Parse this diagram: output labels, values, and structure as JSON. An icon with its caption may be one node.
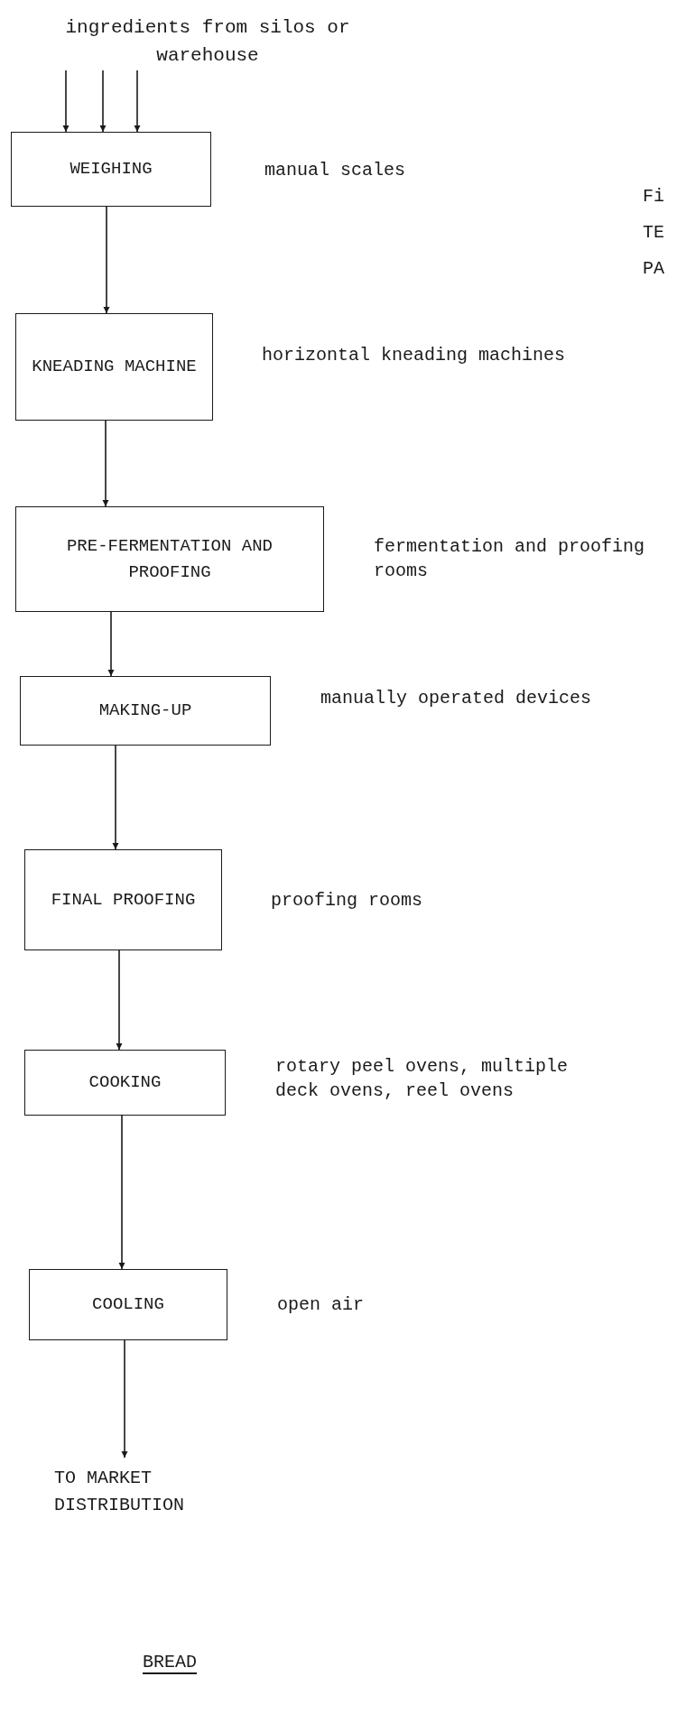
{
  "diagram": {
    "nodes": [
      {
        "text": [
          "ingredients from silos or warehouse"
        ]
      },
      {
        "text": [
          "WEIGHING"
        ],
        "beside": [
          "manual scales"
        ]
      },
      {
        "text": [
          "KNEADING MACHINE"
        ],
        "beside": [
          "horizontal kneading machines"
        ]
      },
      {
        "text": [
          "PRE-FERMENTATION AND PROOFING"
        ],
        "beside": [
          "fermentation and proofing rooms"
        ]
      },
      {
        "text": [
          "MAKING-UP"
        ],
        "beside": [
          "manually operated devices"
        ]
      },
      {
        "text": [
          "FINAL PROOFING"
        ],
        "beside": [
          "proofing rooms"
        ]
      },
      {
        "text": [
          "COOKING"
        ],
        "beside": [
          "rotary peel ovens, multiple deck ovens, reel ovens"
        ]
      },
      {
        "text": [
          "COOLING"
        ],
        "beside": [
          "open air"
        ]
      },
      {
        "text": [
          "TO MARKET DISTRIBUTION"
        ]
      }
    ],
    "edges": [
      {
        "from": 0,
        "to": 1,
        "arrow": "to"
      },
      {
        "from": 0,
        "to": 1,
        "arrow": "to"
      },
      {
        "from": 0,
        "to": 1,
        "arrow": "to"
      },
      {
        "from": 1,
        "to": 2,
        "arrow": "to"
      },
      {
        "from": 2,
        "to": 3,
        "arrow": "to"
      },
      {
        "from": 3,
        "to": 4,
        "arrow": "to"
      },
      {
        "from": 4,
        "to": 5,
        "arrow": "to"
      },
      {
        "from": 5,
        "to": 6,
        "arrow": "to"
      },
      {
        "from": 6,
        "to": 7,
        "arrow": "to"
      },
      {
        "from": 7,
        "to": 8,
        "arrow": "to"
      }
    ],
    "labels": [
      "Fi",
      "TE",
      "PA",
      "BREAD"
    ]
  }
}
